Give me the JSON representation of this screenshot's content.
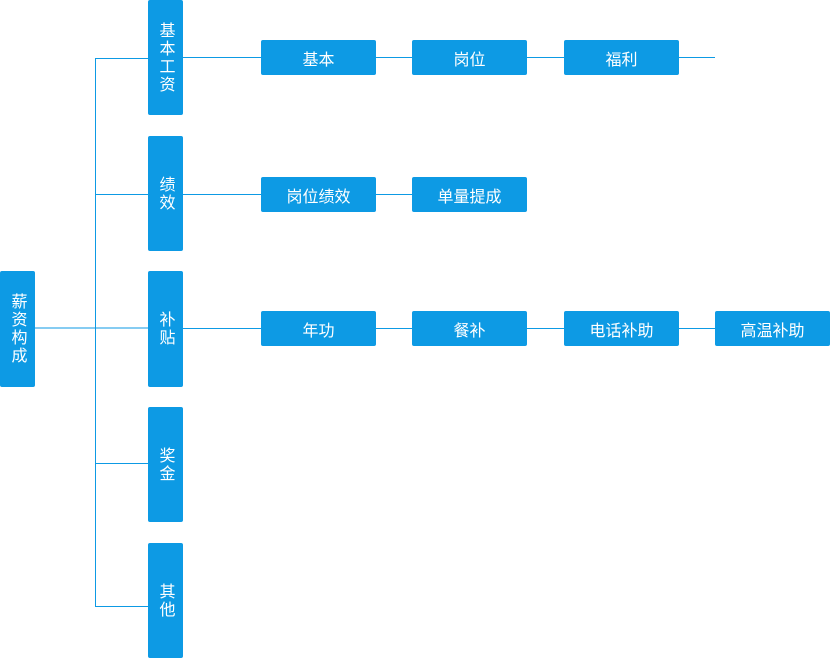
{
  "root": {
    "label": "薪资构成"
  },
  "categories": [
    {
      "label": "基本工资",
      "items": [
        "基本",
        "岗位",
        "福利"
      ]
    },
    {
      "label": "绩效",
      "items": [
        "岗位绩效",
        "单量提成"
      ]
    },
    {
      "label": "补贴",
      "items": [
        "年功",
        "餐补",
        "电话补助",
        "高温补助"
      ]
    },
    {
      "label": "奖金",
      "items": []
    },
    {
      "label": "其他",
      "items": []
    }
  ],
  "colors": {
    "node": "#0d9ae4",
    "line": "#0d9ae4",
    "text": "#ffffff"
  }
}
